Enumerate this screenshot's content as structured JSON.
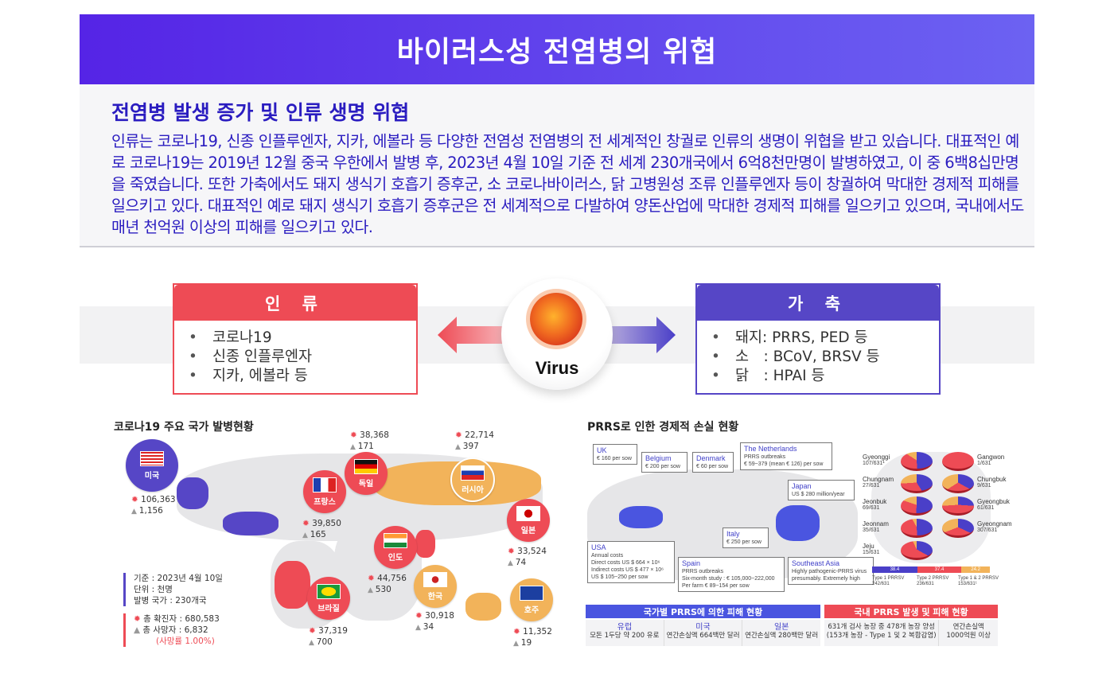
{
  "header": {
    "title": "바이러스성 전염병의 위협"
  },
  "intro": {
    "subtitle": "전염병 발생 증가 및 인류 생명 위협",
    "paragraph": "인류는 코로나19, 신종 인플루엔자, 지카, 에볼라 등 다양한 전염성 전염병의 전 세계적인 창궐로 인류의 생명이 위협을 받고 있습니다. 대표적인 예로 코로나19는 2019년 12월 중국 우한에서 발병 후, 2023년 4월 10일 기준 전 세계 230개국에서 6억8천만명이 발병하였고, 이 중 6백8십만명을 죽였습니다. 또한 가축에서도 돼지 생식기 호흡기 증후군, 소 코로나바이러스, 닭 고병원성 조류 인플루엔자 등이 창궐하여 막대한 경제적 피해를 일으키고 있다. 대표적인 예로 돼지 생식기 호흡기 증후군은 전 세계적으로 다발하여 양돈산업에 막대한 경제적 피해를 일으키고 있으며, 국내에서도 매년 천억원 이상의 피해를 일으키고 있다."
  },
  "human": {
    "title": "인 류",
    "items": [
      "코로나19",
      "신종 인플루엔자",
      "지카, 에볼라 등"
    ]
  },
  "animal": {
    "title": "가 축",
    "items": [
      "돼지: PRRS, PED 등",
      "소　: BCoV, BRSV 등",
      "닭　: HPAI 등"
    ]
  },
  "virus": {
    "label": "Virus"
  },
  "covid": {
    "title": "코로나19 주요 국가 발병현황",
    "countries": [
      {
        "name": "미국",
        "cases": "106,363",
        "deaths": "1,156",
        "color": "#5646c6",
        "flag": "us"
      },
      {
        "name": "독일",
        "cases": "38,368",
        "deaths": "171",
        "color": "#ee4b55",
        "flag": "de"
      },
      {
        "name": "러시아",
        "cases": "22,714",
        "deaths": "397",
        "color": "#f2b35a",
        "flag": "ru"
      },
      {
        "name": "프랑스",
        "cases": "39,850",
        "deaths": "165",
        "color": "#ee4b55",
        "flag": "fr"
      },
      {
        "name": "일본",
        "cases": "33,524",
        "deaths": "74",
        "color": "#ee4b55",
        "flag": "jp"
      },
      {
        "name": "인도",
        "cases": "44,756",
        "deaths": "530",
        "color": "#ee4b55",
        "flag": "in"
      },
      {
        "name": "한국",
        "cases": "30,918",
        "deaths": "34",
        "color": "#f2b35a",
        "flag": "kr"
      },
      {
        "name": "브라질",
        "cases": "37,319",
        "deaths": "700",
        "color": "#ee4b55",
        "flag": "br"
      },
      {
        "name": "호주",
        "cases": "11,352",
        "deaths": "19",
        "color": "#f2b35a",
        "flag": "au"
      }
    ],
    "legend": {
      "date": "기준 : 2023년 4월 10일",
      "unit": "단위 : 천명",
      "countries": "발병 국가 : 230개국",
      "total_cases": "총 확진자 : 680,583",
      "total_deaths": "총 사망자 : 6,832",
      "fatality": "(사망률 1.00%)"
    }
  },
  "prrs": {
    "title": "PRRS로 인한 경제적 손실 현황",
    "boxes": [
      {
        "title": "UK",
        "lines": [
          "€ 160 per sow"
        ]
      },
      {
        "title": "Belgium",
        "lines": [
          "€ 200 per sow"
        ]
      },
      {
        "title": "Denmark",
        "lines": [
          "€ 60 per sow"
        ]
      },
      {
        "title": "The Netherlands",
        "lines": [
          "PRRS outbreaks",
          "€ 59~379 (mean € 126) per sow"
        ]
      },
      {
        "title": "Japan",
        "lines": [
          "US $ 280 million/year"
        ]
      },
      {
        "title": "Italy",
        "lines": [
          "€ 250 per sow"
        ]
      },
      {
        "title": "USA",
        "lines": [
          "Annual costs",
          "Direct costs US $ 664 × 10⁶",
          "Indirect costs US $ 477 × 10⁶",
          "US $ 105~250 per sow"
        ]
      },
      {
        "title": "Spain",
        "lines": [
          "PRRS outbreaks",
          "Six-month study : € 105,000~222,000",
          "Per farm € 89~154 per sow"
        ]
      },
      {
        "title": "Southeast Asia",
        "lines": [
          "Highly pathogenic-PRRS virus",
          "presumably. Extremely high"
        ]
      }
    ],
    "korea": [
      {
        "name": "Gangwon",
        "ratio": "1/631",
        "vals": [
          "100"
        ]
      },
      {
        "name": "Gyeonggi",
        "ratio": "107/631¹",
        "vals": [
          "49",
          "35",
          "16"
        ]
      },
      {
        "name": "Chungbuk",
        "ratio": "9/631",
        "vals": [
          "33",
          "33",
          "33"
        ]
      },
      {
        "name": "Chungnam",
        "ratio": "27/631",
        "vals": [
          "41",
          "33",
          "26"
        ]
      },
      {
        "name": "Gyeongbuk",
        "ratio": "61/631",
        "vals": [
          "26",
          "48",
          "26"
        ]
      },
      {
        "name": "Jeonbuk",
        "ratio": "69/631",
        "vals": [
          "51",
          "29",
          "20"
        ]
      },
      {
        "name": "Jeonnam",
        "ratio": "35/631",
        "vals": [
          "49",
          "43",
          "8"
        ]
      },
      {
        "name": "Gyeongnam",
        "ratio": "307/631",
        "vals": [
          "32",
          "37",
          "31"
        ]
      },
      {
        "name": "Jeju",
        "ratio": "15/631",
        "vals": [
          "33",
          "60",
          "7"
        ]
      }
    ],
    "bar": [
      {
        "value": "38.4",
        "label": "Type 1  PRRSV",
        "ratio": "242/631",
        "pct": 38.4,
        "color": "#4a3fc8"
      },
      {
        "value": "37.4",
        "label": "Type 2 PRRSV",
        "ratio": "236/631",
        "pct": 37.4,
        "color": "#ee4b55"
      },
      {
        "value": "24.2",
        "label": "Type 1 & 2 PRRSV",
        "ratio": "153/631¹",
        "pct": 24.2,
        "color": "#f2b35a"
      }
    ],
    "global_table": {
      "title": "국가별 PRRS에 의한 피해 현황",
      "cells": [
        {
          "k": "유럽",
          "v": "모돈 1두당 약 200 유로"
        },
        {
          "k": "미국",
          "v": "연간손실액 664백만 달러"
        },
        {
          "k": "일본",
          "v": "연간손실액 280백만 달러"
        }
      ]
    },
    "domestic_table": {
      "title": "국내 PRRS 발생 및 피해 현황",
      "cells": [
        {
          "a": "631개 검사 농장 중 478개 농장 양성",
          "b": "(153개 농장 - Type 1 및 2 복합감염)"
        },
        {
          "a": "연간손실액",
          "b": "1000억원 이상"
        }
      ]
    }
  },
  "colors": {
    "red": "#ee4b55",
    "purple": "#5646c6",
    "orange": "#f2b35a",
    "text_blue": "#2a1cc0"
  }
}
